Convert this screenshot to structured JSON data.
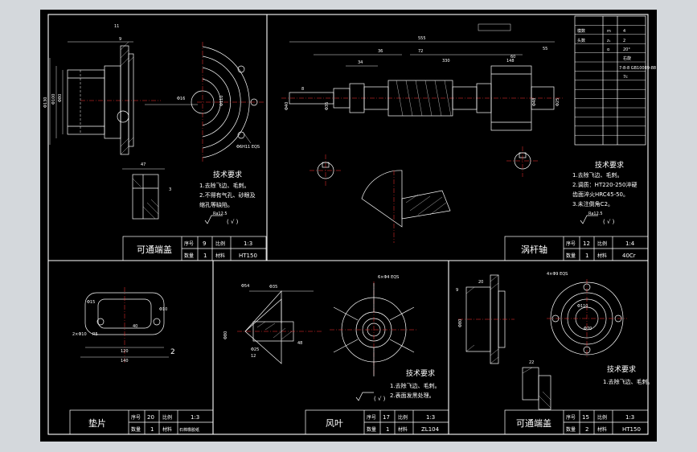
{
  "sheets": {
    "top_left": {
      "title": "可通端盖",
      "tb": {
        "xh_label": "序号",
        "xh": "9",
        "bl_label": "比例",
        "bl": "1:3",
        "sl_label": "数量",
        "sl": "1",
        "cl_label": "材料",
        "cl": "HT150"
      },
      "req_title": "技术要求",
      "req": [
        "1.去除飞边、毛刺。",
        "2.不得有气孔、砂眼及",
        "缩孔等缺陷。"
      ],
      "rough": "Ra12.5",
      "rough_note": "( √ )",
      "dims": [
        "Φ6H11 EQS",
        "Φ130",
        "Φ16",
        "Φ80",
        "Φ100",
        "Φ110",
        "11",
        "9",
        "47",
        "3"
      ]
    },
    "top_right": {
      "title": "涡杆轴",
      "tb": {
        "xh_label": "序号",
        "xh": "12",
        "bl_label": "比例",
        "bl": "1:4",
        "sl_label": "数量",
        "sl": "1",
        "cl_label": "材料",
        "cl": "40Cr"
      },
      "req_title": "技术要求",
      "req": [
        "1.去除飞边、毛刺。",
        "2.调质：HT220-250淬硬",
        "齿面淬火HRC45-50。",
        "3.未注倒角C2。"
      ],
      "rough": "Ra12.5",
      "rough_note": "( √ )",
      "dims": [
        "555",
        "36",
        "72",
        "330",
        "148",
        "34",
        "55",
        "8",
        "60",
        "Φ40",
        "Φ35",
        "Φ48",
        "Φ25"
      ],
      "param_rows": [
        [
          "",
          "",
          "",
          ""
        ],
        [
          "",
          "模数",
          "m",
          "4"
        ],
        [
          "",
          "头数",
          "z₁",
          "2"
        ],
        [
          "",
          "",
          "α",
          "20°"
        ],
        [
          "",
          "",
          "",
          "右旋"
        ],
        [
          "",
          "",
          "",
          "7-8-8 GB10089-88"
        ],
        [
          "",
          "",
          "",
          "7c"
        ],
        [
          "",
          "",
          "",
          ""
        ],
        [
          "",
          "",
          "",
          ""
        ],
        [
          "",
          "",
          "",
          ""
        ],
        [
          "",
          "",
          "",
          ""
        ],
        [
          "",
          "",
          "",
          ""
        ],
        [
          "",
          "",
          "",
          ""
        ],
        [
          "",
          "",
          "",
          ""
        ]
      ]
    },
    "bottom_left": {
      "title": "垫片",
      "tb": {
        "xh_label": "序号",
        "xh": "20",
        "bl_label": "比例",
        "bl": "1:3",
        "sl_label": "数量",
        "sl": "1",
        "cl_label": "材料",
        "cl": "石棉橡胶纸"
      },
      "dims": [
        "Φ15",
        "140",
        "120",
        "Φ10",
        "40",
        "R5",
        "2",
        "2×Φ10"
      ]
    },
    "bottom_mid": {
      "title": "风叶",
      "tb": {
        "xh_label": "序号",
        "xh": "17",
        "bl_label": "比例",
        "bl": "1:3",
        "sl_label": "数量",
        "sl": "1",
        "cl_label": "材料",
        "cl": "ZL104"
      },
      "req_title": "技术要求",
      "req": [
        "1.去除飞边、毛刺。",
        "2.表面发黑处理。"
      ],
      "rough_note": "( √ )",
      "dims": [
        "Φ54",
        "Φ35",
        "Φ80",
        "Φ25",
        "48",
        "12",
        "6×Φ4 EQS"
      ]
    },
    "bottom_right": {
      "title": "可通端盖",
      "tb": {
        "xh_label": "序号",
        "xh": "15",
        "bl_label": "比例",
        "bl": "1:3",
        "sl_label": "数量",
        "sl": "2",
        "cl_label": "材料",
        "cl": "HT150"
      },
      "req_title": "技术要求",
      "req": [
        "1.去除飞边、毛刺。"
      ],
      "dims": [
        "4×Φ9 EQS",
        "Φ80",
        "Φ110",
        "Φ70",
        "20",
        "9",
        "22"
      ]
    }
  }
}
